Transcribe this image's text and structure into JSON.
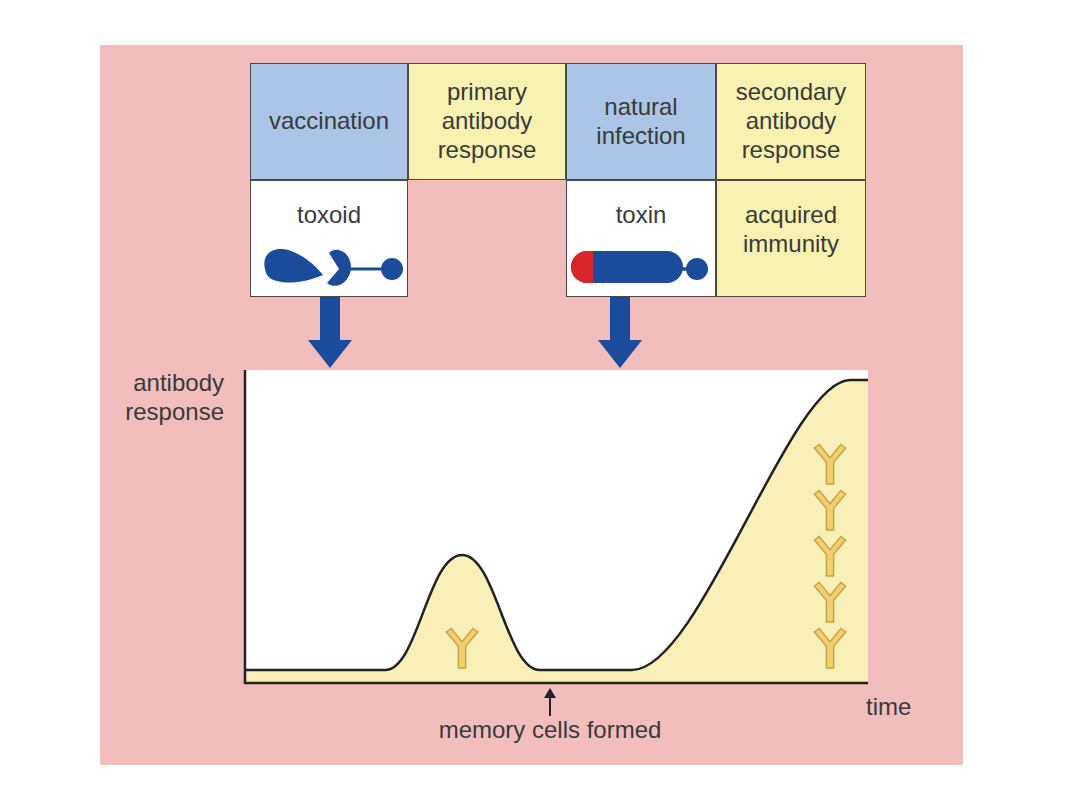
{
  "diagram": {
    "nodes": [
      {
        "text": [
          "vaccination"
        ]
      },
      {
        "text": [
          "primary antibody response"
        ]
      },
      {
        "text": [
          "natural infection"
        ]
      },
      {
        "text": [
          "secondary antibody response"
        ]
      },
      {
        "text": [
          "toxoid"
        ]
      },
      {
        "text": [
          "toxin"
        ]
      },
      {
        "text": [
          "acquired immunity"
        ]
      }
    ],
    "labels": [
      "antibody response",
      "memory cells formed",
      "time"
    ]
  }
}
